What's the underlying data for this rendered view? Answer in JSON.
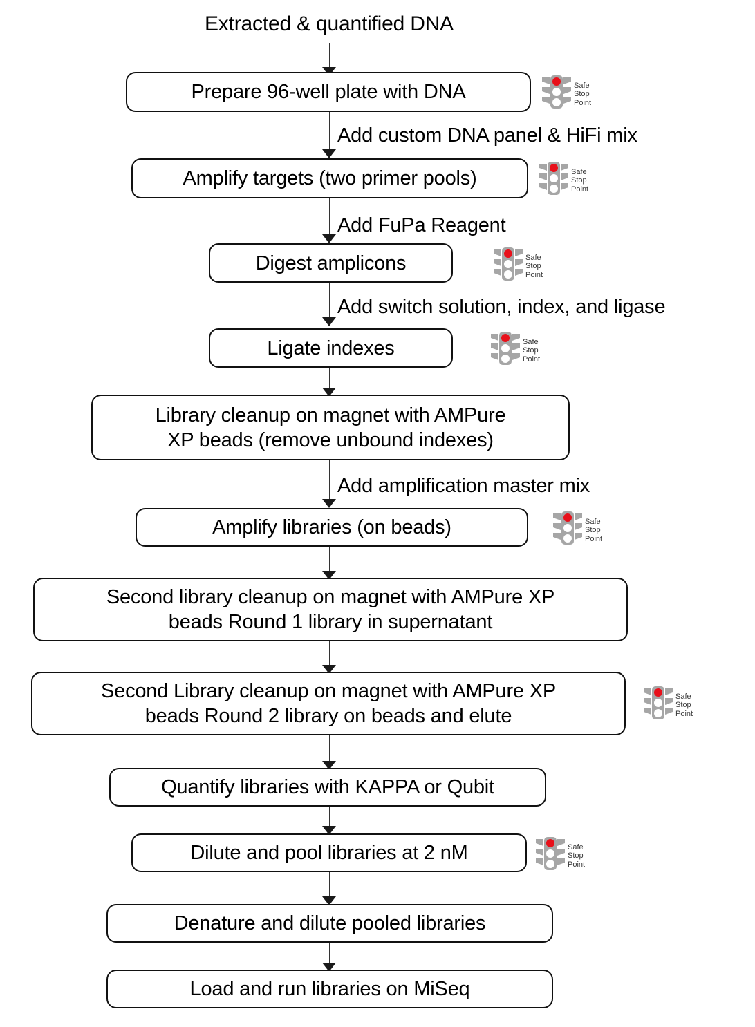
{
  "diagram": {
    "title": "Extracted & quantified DNA",
    "start_label": "Extracted & quantified DNA",
    "accent_red": "#e8101a",
    "housing_gray": "#a6a6a6",
    "text_color": "#000000",
    "line_color": "#333333",
    "safe_stop_point": {
      "line1": "Safe",
      "line2": "Stop",
      "line3": "Point",
      "icon": "traffic-light-icon"
    },
    "nodes": [
      {
        "id": "n1",
        "label": "Prepare 96-well plate with DNA",
        "safe_stop": true
      },
      {
        "id": "n2",
        "label": "Amplify targets (two primer pools)",
        "safe_stop": true
      },
      {
        "id": "n3",
        "label": "Digest amplicons",
        "safe_stop": true
      },
      {
        "id": "n4",
        "label": "Ligate indexes",
        "safe_stop": true
      },
      {
        "id": "n5",
        "label": "Library cleanup on magnet with AMPure\nXP beads (remove unbound indexes)",
        "safe_stop": false
      },
      {
        "id": "n6",
        "label": "Amplify libraries (on beads)",
        "safe_stop": true
      },
      {
        "id": "n7",
        "label": "Second library cleanup on magnet with AMPure XP\nbeads Round 1 library in supernatant",
        "safe_stop": false
      },
      {
        "id": "n8",
        "label": "Second Library cleanup on magnet with AMPure XP\nbeads Round 2 library on beads and elute",
        "safe_stop": true
      },
      {
        "id": "n9",
        "label": "Quantify libraries with KAPPA or Qubit",
        "safe_stop": false
      },
      {
        "id": "n10",
        "label": "Dilute and pool libraries at 2 nM",
        "safe_stop": true
      },
      {
        "id": "n11",
        "label": "Denature and dilute pooled libraries",
        "safe_stop": false
      },
      {
        "id": "n12",
        "label": "Load and run libraries on MiSeq",
        "safe_stop": false
      }
    ],
    "edges": [
      {
        "from": "start",
        "to": "n1",
        "label": ""
      },
      {
        "from": "n1",
        "to": "n2",
        "label": "Add custom DNA panel & HiFi mix"
      },
      {
        "from": "n2",
        "to": "n3",
        "label": "Add FuPa Reagent"
      },
      {
        "from": "n3",
        "to": "n4",
        "label": "Add switch solution, index, and ligase"
      },
      {
        "from": "n4",
        "to": "n5",
        "label": ""
      },
      {
        "from": "n5",
        "to": "n6",
        "label": "Add amplification master mix"
      },
      {
        "from": "n6",
        "to": "n7",
        "label": ""
      },
      {
        "from": "n7",
        "to": "n8",
        "label": ""
      },
      {
        "from": "n8",
        "to": "n9",
        "label": ""
      },
      {
        "from": "n9",
        "to": "n10",
        "label": ""
      },
      {
        "from": "n10",
        "to": "n11",
        "label": ""
      },
      {
        "from": "n11",
        "to": "n12",
        "label": ""
      }
    ]
  }
}
